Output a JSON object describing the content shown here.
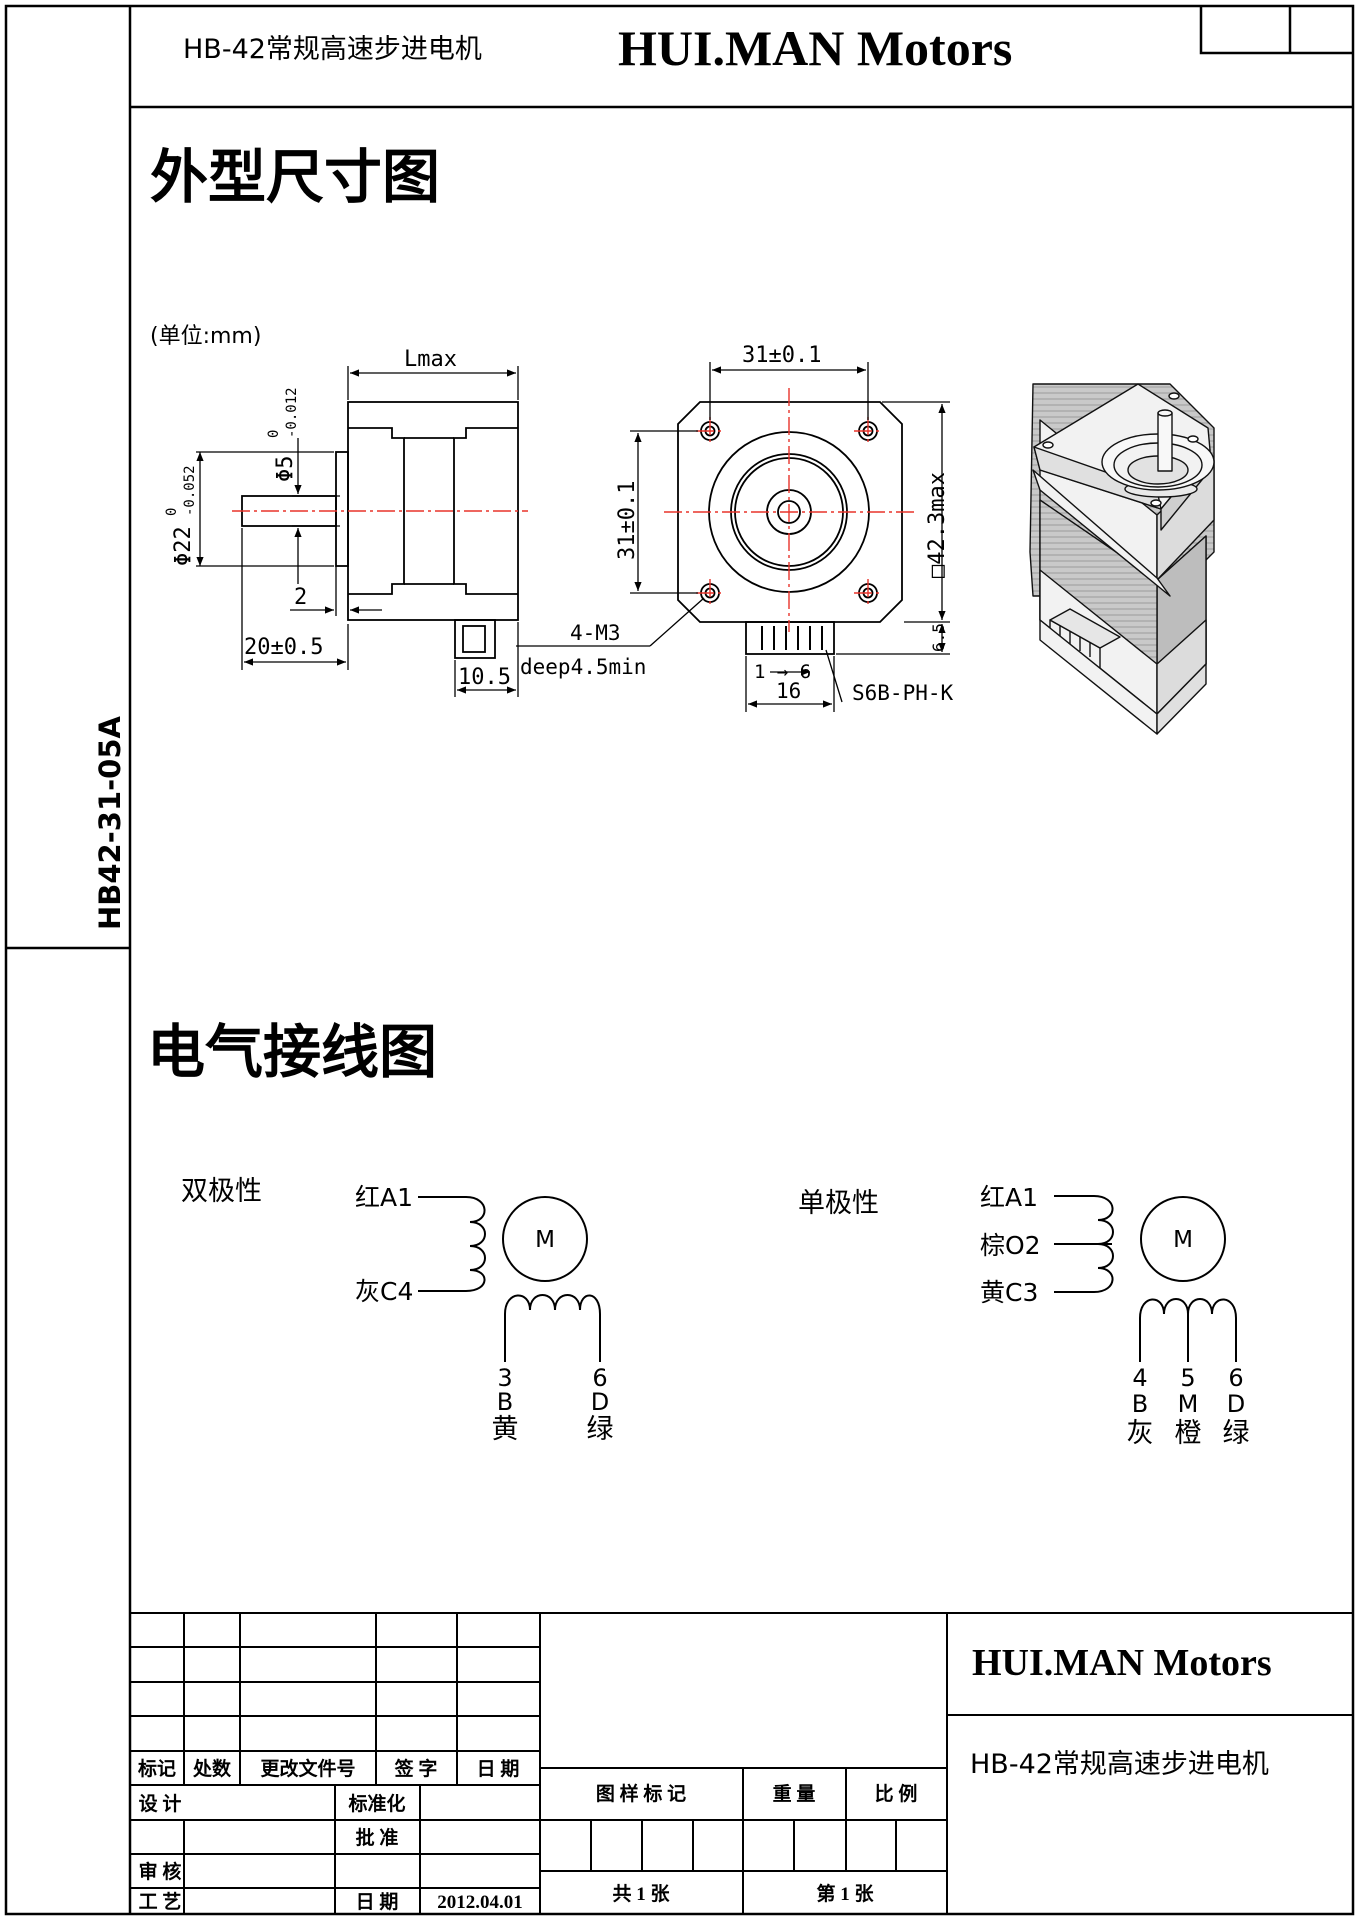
{
  "header": {
    "product_name": "HB-42常规高速步进电机",
    "brand": "HUI.MAN Motors",
    "side_model": "HB42-31-05A"
  },
  "section_outline": {
    "title": "外型尺寸图",
    "unit_note": "(单位:mm)",
    "dims": {
      "lmax": "Lmax",
      "shaft_dia": "Φ5",
      "shaft_tol_upper": "0",
      "shaft_tol_lower": "-0.012",
      "boss_dia": "Φ22",
      "boss_tol_upper": "0",
      "boss_tol_lower": "-0.052",
      "boss_height": "2",
      "shaft_length": "20±0.5",
      "connector_width": "10.5",
      "hole_spacing_h": "31±0.1",
      "hole_spacing_v": "31±0.1",
      "flange_size": "□42.3max",
      "connector_offset": "6.5",
      "screw_spec": "4-M3",
      "screw_depth": "deep4.5min",
      "pin_range": "1 → 6",
      "pitch_total": "16",
      "connector_type": "S6B-PH-K"
    }
  },
  "section_wiring": {
    "title": "电气接线图",
    "bipolar": {
      "label": "双极性",
      "motor": "M",
      "coil_a_top": "红A1",
      "coil_a_bottom": "灰C4",
      "coil_b_pins": [
        {
          "num": "3",
          "letter": "B",
          "color": "黄"
        },
        {
          "num": "6",
          "letter": "D",
          "color": "绿"
        }
      ]
    },
    "unipolar": {
      "label": "单极性",
      "motor": "M",
      "coil_a": [
        "红A1",
        "棕O2",
        "黄C3"
      ],
      "coil_b_pins": [
        {
          "num": "4",
          "letter": "B",
          "color": "灰"
        },
        {
          "num": "5",
          "letter": "M",
          "color": "橙"
        },
        {
          "num": "6",
          "letter": "D",
          "color": "绿"
        }
      ]
    }
  },
  "title_block": {
    "brand": "HUI.MAN Motors",
    "product_name": "HB-42常规高速步进电机",
    "rev_headers": [
      "标记",
      "处数",
      "更改文件号",
      "签 字",
      "日 期"
    ],
    "design": "设 计",
    "standardize": "标准化",
    "approve": "批 准",
    "review": "审 核",
    "process": "工 艺",
    "date_label": "日 期",
    "date_value": "2012.04.01",
    "drawing_mark": "图 样 标 记",
    "weight": "重 量",
    "scale": "比 例",
    "total_sheets": "共 1 张",
    "sheet_no": "第 1 张"
  },
  "colors": {
    "line": "#000000",
    "centerline": "#e8332a",
    "coil_fill": "#9a9a9a",
    "render_fill": "#f2f2f2"
  }
}
